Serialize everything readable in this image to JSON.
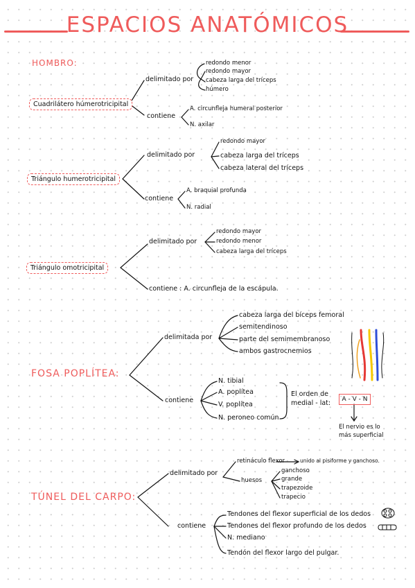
{
  "title": "ESPACIOS ANATÓMICOS",
  "hombro": {
    "label": "HOMBRO:",
    "cuadrilatero": {
      "name": "Cuadrilátero húmerotricipital",
      "delimitado_label": "delimitado por",
      "delimitado": [
        "redondo menor",
        "redondo mayor",
        "cabeza larga del tríceps",
        "húmero"
      ],
      "contiene_label": "contiene",
      "contiene": [
        "A. circunfleja humeral posterior",
        "N. axilar"
      ]
    },
    "triangulo_humero": {
      "name": "Triángulo humerotricipital",
      "delimitado_label": "delimitado por",
      "delimitado": [
        "redondo mayor",
        "cabeza larga del tríceps",
        "cabeza lateral del tríceps"
      ],
      "contiene_label": "contiene",
      "contiene": [
        "A. braquial profunda",
        "N. radial"
      ]
    },
    "triangulo_omo": {
      "name": "Triángulo omotricipital",
      "delimitado_label": "delimitado por",
      "delimitado": [
        "redondo mayor",
        "redondo menor",
        "cabeza larga del tríceps"
      ],
      "contiene_text": "contiene : A. circunfleja de la escápula."
    }
  },
  "fosa": {
    "label": "FOSA POPLÍTEA:",
    "delimitada_label": "delimitada por",
    "delimitada": [
      "cabeza larga del bíceps femoral",
      "semitendinoso",
      "parte del semimembranoso",
      "ambos gastrocnemios"
    ],
    "contiene_label": "contiene",
    "contiene": [
      "N. tibial",
      "A. poplítea",
      "V. poplítea",
      "N. peroneo común"
    ],
    "orden_label_1": "El orden de",
    "orden_label_2": "medial - lat:",
    "orden_value": "A - V - N",
    "nota_1": "El nervio es lo",
    "nota_2": "más superficial",
    "colors": {
      "red": "#e53935",
      "yellow": "#f6c800",
      "blue": "#2e4fd8"
    }
  },
  "tunel": {
    "label": "TÚNEL DEL CARPO:",
    "delimitado_label": "delimitado por",
    "retinaculo": "retináculo flexor",
    "retinaculo_nota": "unido al pisiforme y ganchoso.",
    "huesos_label": "huesos",
    "huesos": [
      "ganchoso",
      "grande",
      "trapezoide",
      "trapecio"
    ],
    "contiene_label": "contiene",
    "contiene": [
      "Tendones del flexor superficial de los dedos",
      "Tendones del flexor profundo de los dedos",
      "N. mediano",
      "Tendón del flexor largo del pulgar."
    ]
  }
}
